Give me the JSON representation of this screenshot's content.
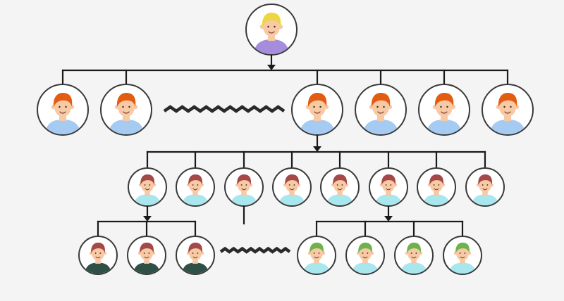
{
  "diagram": {
    "type": "hierarchy-tree",
    "colors": {
      "background": "#f4f4f4",
      "line": "#1a1a1a",
      "node_ring": "#3a3a3a",
      "node_fill": "#ffffff",
      "skin": "#f7c9a4"
    },
    "levels": [
      {
        "level": 1,
        "hair_color": "#ecd641",
        "shirt_color": "#a58ddc",
        "members": 1
      },
      {
        "level": 2,
        "hair_color": "#e25c12",
        "shirt_color": "#a6cbf2",
        "members": 6,
        "elided_between": [
          2,
          3
        ]
      },
      {
        "level": 3,
        "hair_color": "#a44848",
        "shirt_color": "#a9e7ee",
        "members": 8
      },
      {
        "level": 4,
        "groups": [
          {
            "hair_color": "#a44848",
            "shirt_color": "#2e5045",
            "members": 3
          },
          {
            "hair_color": "#6eb24e",
            "shirt_color": "#a9e7ee",
            "members": 4
          }
        ],
        "elided_between_groups": true
      }
    ],
    "icons": [
      "person-avatar-icon",
      "arrow-down-icon",
      "zigzag-ellipsis-icon"
    ]
  }
}
